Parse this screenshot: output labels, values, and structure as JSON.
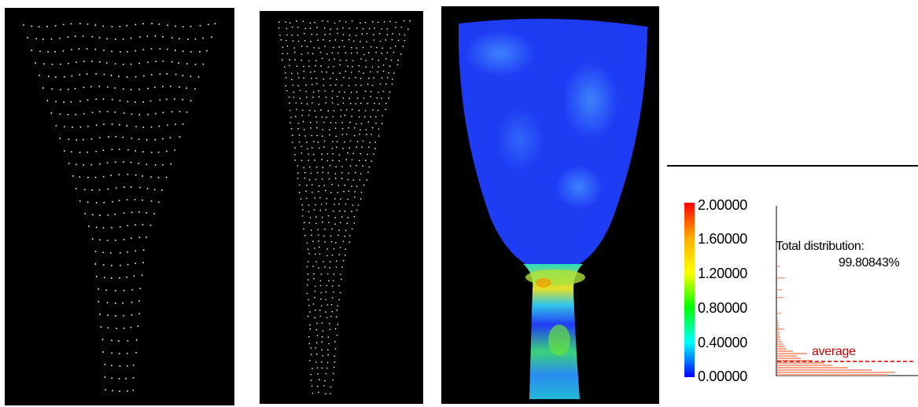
{
  "colorbar": {
    "ticks": [
      "2.00000",
      "1.60000",
      "1.20000",
      "0.80000",
      "0.40000",
      "0.00000"
    ],
    "colors": [
      "#ff0000",
      "#ffaa00",
      "#ffff00",
      "#00ff00",
      "#00ffff",
      "#0000ff"
    ]
  },
  "histogram": {
    "title": "Total distribution:",
    "value": "99.80843%",
    "average_label": "average",
    "bar_color": "#f7a58a",
    "average_color": "#cc0000"
  },
  "panels": {
    "background": "#000000",
    "point_color": "#d8d8d8",
    "mesh_base_color": "#1f3cf5"
  }
}
